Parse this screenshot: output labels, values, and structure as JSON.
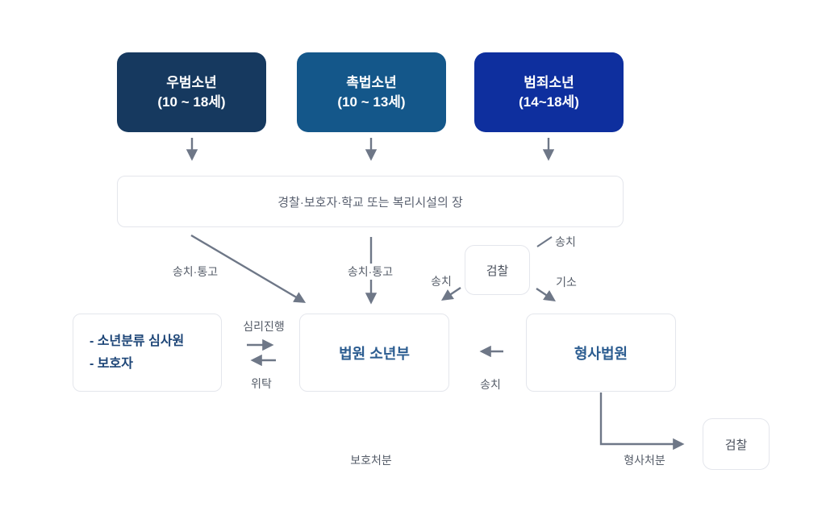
{
  "diagram": {
    "top_boxes": [
      {
        "title": "우범소년",
        "subtitle": "(10 ~ 18세)",
        "color": "#16395f"
      },
      {
        "title": "촉법소년",
        "subtitle": "(10 ~ 13세)",
        "color": "#14578a"
      },
      {
        "title": "범죄소년",
        "subtitle": "(14~18세)",
        "color": "#0e2f9e"
      }
    ],
    "intake_box": {
      "label": "경찰·보호자·학교 또는 복리시설의 장"
    },
    "prosecutor_box": {
      "label": "검찰"
    },
    "prosecutor_bottom_box": {
      "label": "검찰"
    },
    "family_box": {
      "lines": [
        "- 소년분류 심사원",
        "- 보호자"
      ]
    },
    "juvenile_court_box": {
      "label": "법원 소년부"
    },
    "criminal_court_box": {
      "label": "형사법원"
    },
    "labels": {
      "songchi_tonggo_left": "송치·통고",
      "songchi_tonggo_mid": "송치·통고",
      "songchi_to_juvenile_court": "송치",
      "songchi_top_right": "송치",
      "giso": "기소",
      "simri_jinhaeng": "심리진행",
      "witak": "위탁",
      "songchi_from_criminal_court": "송치",
      "boho_cheobun": "보호처분",
      "hyeongsa_cheobun": "형사처분"
    },
    "colors": {
      "box_dark_navy": "#16395f",
      "box_steel_blue": "#14578a",
      "box_royal_blue": "#0e2f9e",
      "arrow_gray": "#6e7787",
      "outline_border": "#e4e6ec",
      "family_text_navy": "#1d4577",
      "court_text_blue": "#2b5c90",
      "label_gray": "#555c68"
    }
  }
}
